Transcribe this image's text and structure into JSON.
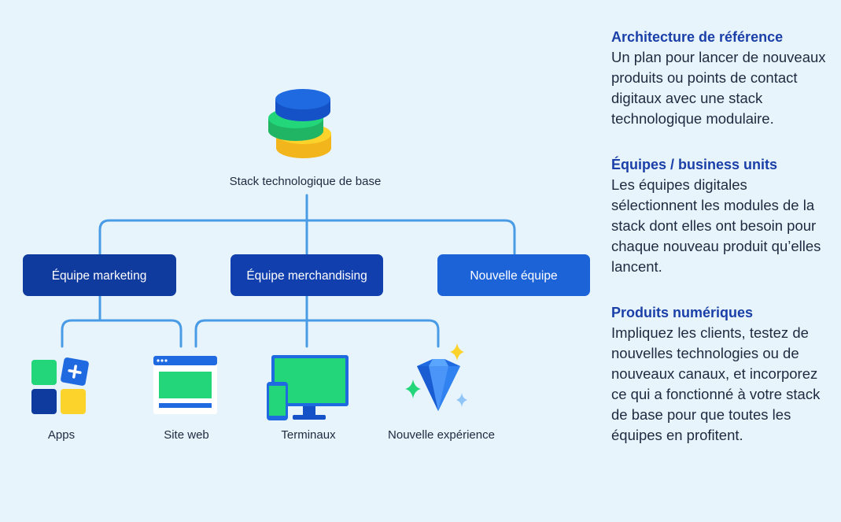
{
  "diagram": {
    "base_stack_label": "Stack technologique de base",
    "teams": [
      {
        "label": "Équipe marketing"
      },
      {
        "label": "Équipe merchandising"
      },
      {
        "label": "Nouvelle équipe"
      }
    ],
    "products": [
      {
        "label": "Apps",
        "icon": "apps-grid-icon"
      },
      {
        "label": "Site web",
        "icon": "website-icon"
      },
      {
        "label": "Terminaux",
        "icon": "devices-icon"
      },
      {
        "label": "Nouvelle expérience",
        "icon": "diamond-icon"
      }
    ]
  },
  "sidebar": {
    "sections": [
      {
        "title": "Architecture de référence",
        "body": "Un plan pour lancer de nouveaux produits ou points de contact digitaux avec une stack technologique modulaire."
      },
      {
        "title": "Équipes / business units",
        "body": "Les équipes digitales sélectionnent les modules de la stack dont elles ont besoin pour chaque nouveau produit qu’elles lancent."
      },
      {
        "title": "Produits numériques",
        "body": "Impliquez les clients, testez de nouvelles technologies ou de nouveaux canaux, et incorporez ce qui a fonctionné à votre stack de base pour que toutes les équipes en profitent."
      }
    ]
  },
  "colors": {
    "background": "#e8f4fb",
    "connector": "#4a9be6",
    "team_dark": "#0f3a9e",
    "team_light": "#1d63d8",
    "title_blue": "#1a3fa8",
    "green": "#23d67a",
    "yellow": "#fcd32b",
    "blue": "#1f6ae0"
  }
}
